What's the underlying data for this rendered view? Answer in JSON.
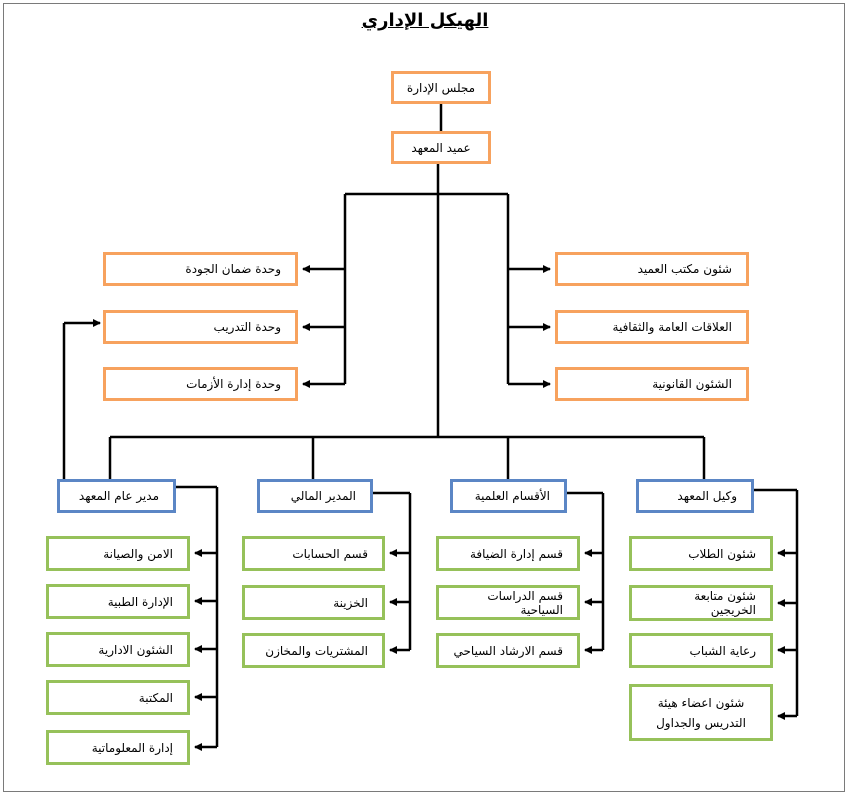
{
  "title": "الهيكل الإداري",
  "top": {
    "board": "مجلس الإدارة",
    "dean": "عميد المعهد"
  },
  "left_units": [
    "وحدة ضمان الجودة",
    "وحدة التدريب",
    "وحدة إدارة الأزمات"
  ],
  "right_units": [
    "شئون مكتب العميد",
    "العلاقات العامة والثقافية",
    "الشئون القانونية"
  ],
  "departments": {
    "general_manager": {
      "label": "مدير عام المعهد",
      "items": [
        "الامن والصيانة",
        "الإدارة الطبية",
        "الشئون الادارية",
        "المكتبة",
        "إدارة المعلوماتية"
      ]
    },
    "financial_manager": {
      "label": "المدير المالي",
      "items": [
        "قسم الحسابات",
        "الخزينة",
        "المشتريات والمخازن"
      ]
    },
    "academic_departments": {
      "label": "الأقسام العلمية",
      "items": [
        "قسم إدارة الضيافة",
        "قسم الدراسات السياحية",
        "قسم الارشاد السياحي"
      ]
    },
    "vice_dean": {
      "label": "وكيل المعهد",
      "items": [
        "شئون الطلاب",
        "شئون متابعة الخريجين",
        "رعاية الشباب",
        "شئون اعضاء هيئة التدريس والجداول"
      ]
    }
  },
  "colors": {
    "orange": "#f7a25e",
    "blue": "#5b86c5",
    "green": "#96c15a",
    "line": "#000000"
  }
}
